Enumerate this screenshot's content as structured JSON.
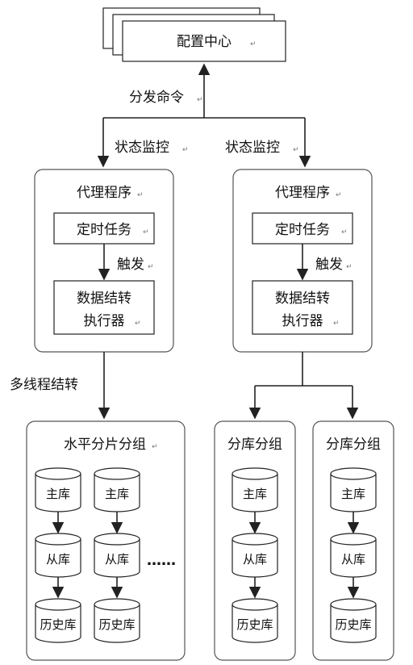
{
  "config_center": {
    "label": "配置中心"
  },
  "edge_labels": {
    "dispatch": "分发命令",
    "monitor_left": "状态监控",
    "monitor_right": "状态监控",
    "trigger_left": "触发",
    "trigger_right": "触发",
    "multithread": "多线程结转"
  },
  "agents": [
    {
      "title": "代理程序",
      "timer": "定时任务",
      "executor_line1": "数据结转",
      "executor_line2": "执行器"
    },
    {
      "title": "代理程序",
      "timer": "定时任务",
      "executor_line1": "数据结转",
      "executor_line2": "执行器"
    }
  ],
  "groups": {
    "horizontal": {
      "title": "水平分片分组",
      "ellipsis": "……",
      "columns": [
        {
          "master": "主库",
          "slave": "从库",
          "history": "历史库"
        },
        {
          "master": "主库",
          "slave": "从库",
          "history": "历史库"
        }
      ]
    },
    "shard_a": {
      "title": "分库分组",
      "master": "主库",
      "slave": "从库",
      "history": "历史库"
    },
    "shard_b": {
      "title": "分库分组",
      "master": "主库",
      "slave": "从库",
      "history": "历史库"
    }
  },
  "paragraph_mark": "↵"
}
